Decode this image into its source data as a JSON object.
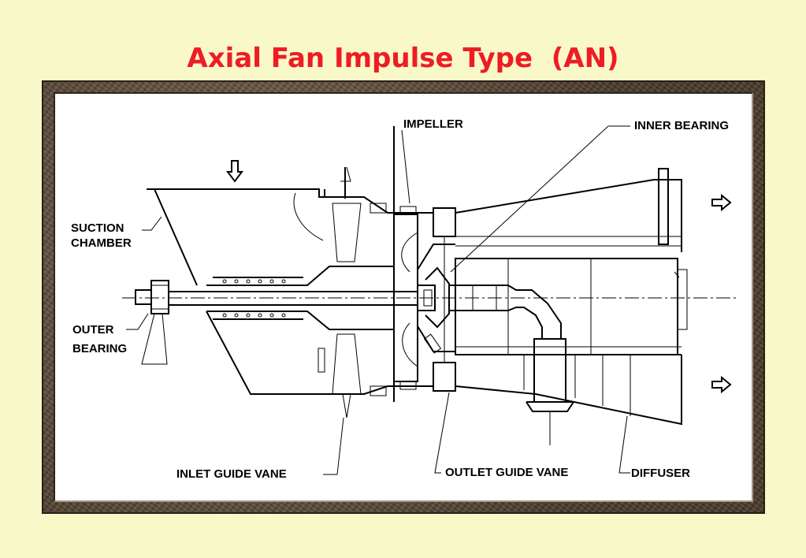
{
  "slide": {
    "title": "Axial Fan Impulse Type  (AN)"
  },
  "labels": {
    "impeller": "IMPELLER",
    "inner_bearing": "INNER BEARING",
    "suction_chamber_line1": "SUCTION",
    "suction_chamber_line2": "CHAMBER",
    "outer_bearing_line1": "OUTER",
    "outer_bearing_line2": "BEARING",
    "inlet_guide_vane": "INLET GUIDE VANE",
    "outlet_guide_vane": "OUTLET GUIDE VANE",
    "diffuser": "DIFFUSER"
  },
  "icons": {
    "inflow_arrow": "arrow-down-icon",
    "outflow_arrows": "arrow-right-icon"
  },
  "colors": {
    "title": "#ee1c24",
    "background": "#f9f8c8",
    "frame": "#5b4a38"
  }
}
